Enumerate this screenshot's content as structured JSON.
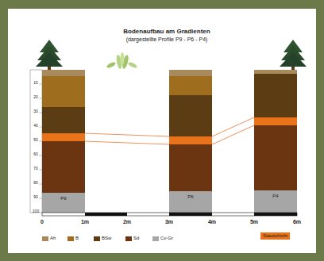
{
  "diagram": {
    "title": "Bodenaufbau am Gradienten",
    "nodes": [
      {
        "text": [
          "P9"
        ]
      },
      {
        "text": [
          "P6"
        ]
      },
      {
        "text": [
          "P4"
        ]
      }
    ],
    "labels": [
      "(dargestellte Profile P9 - P6 - P4)",
      "10",
      "20",
      "30",
      "40",
      "50",
      "60",
      "70",
      "80",
      "90",
      "100",
      "0",
      "1m",
      "2m",
      "3m",
      "4m",
      "5m",
      "6m"
    ],
    "legend": [
      {
        "text": "Ah",
        "color": "#a88a5c"
      },
      {
        "text": "B",
        "color": "#9e6e1e"
      },
      {
        "text": "BSw",
        "color": "#5c3c12"
      },
      {
        "text": "Sd",
        "color": "#6b3512"
      },
      {
        "text": "Cv-Gr",
        "color": "#a6a6a6"
      },
      {
        "text": "Stauschicht",
        "color": "#e8731a"
      }
    ]
  }
}
